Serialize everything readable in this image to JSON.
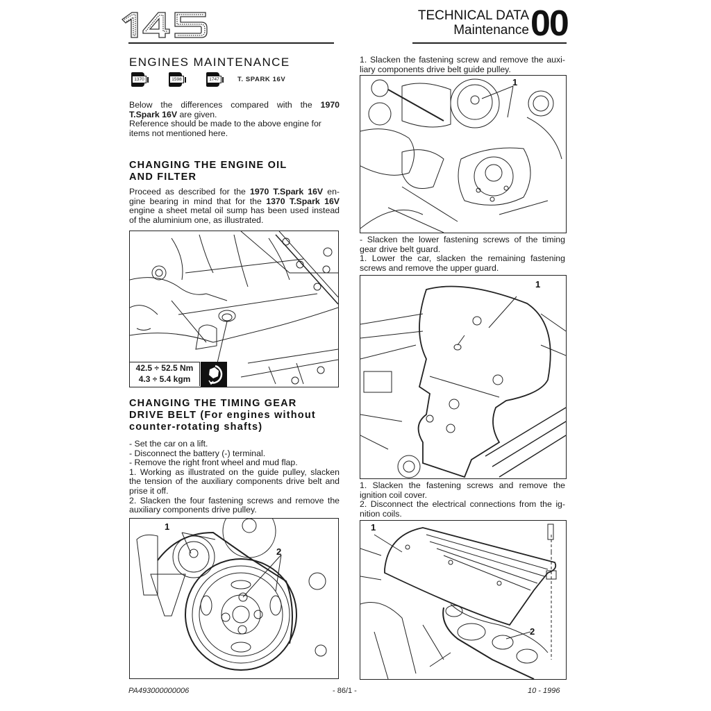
{
  "header": {
    "model_logo": "145",
    "section_title": "TECHNICAL DATA",
    "section_subtitle": "Maintenance",
    "section_number": "00"
  },
  "left_column": {
    "engines_heading": "ENGINES MAINTENANCE",
    "engine_badges": [
      "1370",
      "1598",
      "1747"
    ],
    "engine_label": "T. SPARK 16V",
    "intro_lines": [
      {
        "pre": "Below the differences compared with the ",
        "bold": "1970",
        "post": ""
      },
      {
        "pre": "",
        "bold": "T.Spark 16V",
        "post": " are given."
      },
      {
        "pre": "Reference should be made to the above engine for",
        "bold": "",
        "post": ""
      },
      {
        "pre": "items not mentioned here.",
        "bold": "",
        "post": ""
      }
    ],
    "oil_heading_lines": [
      "CHANGING THE ENGINE OIL",
      "AND FILTER"
    ],
    "oil_text_lines": [
      {
        "pre": "Proceed as described for the ",
        "bold": "1970 T.Spark 16V",
        "post": " en-"
      },
      {
        "pre": "gine bearing in mind that for the ",
        "bold": "1370 T.Spark 16V",
        "post": ""
      },
      {
        "pre": "engine a sheet metal oil sump has been used instead",
        "bold": "",
        "post": ""
      },
      {
        "pre": "of the aluminium one, as illustrated.",
        "bold": "",
        "post": ""
      }
    ],
    "torque": {
      "nm": "42.5 ÷ 52.5 Nm",
      "kgm": "4.3 ÷ 5.4 kgm",
      "icon": "torque-wrench-icon"
    },
    "timing_heading_lines": [
      "CHANGING THE TIMING GEAR",
      "DRIVE BELT (For engines without",
      "counter-rotating shafts)"
    ],
    "timing_steps_lines": [
      "- Set the car on a lift.",
      "- Disconnect the battery (-) terminal.",
      "- Remove the right front wheel and mud flap.",
      "1. Working as illustrated on the guide pulley, slacken",
      "the tension of the auxiliary components drive belt and",
      "prise it off.",
      "2. Slacken the four fastening screws and remove the",
      "auxiliary components drive pulley."
    ],
    "figure_pulley_callouts": [
      "1",
      "2"
    ]
  },
  "right_column": {
    "step1_lines": [
      "1. Slacken the fastening screw and remove the auxi-",
      "liary components drive belt guide pulley."
    ],
    "figure_guide_pulley_callouts": [
      "1"
    ],
    "guard_lines": [
      "- Slacken the lower fastening screws of the timing",
      "gear drive belt guard.",
      "1. Lower the car, slacken the remaining fastening",
      "screws and remove the upper guard."
    ],
    "figure_guard_callouts": [
      "1"
    ],
    "coil_lines": [
      "1. Slacken the fastening screws and remove the",
      "ignition coil cover.",
      "2. Disconnect the electrical connections from the ig-",
      "nition coils."
    ],
    "figure_coil_callouts": [
      "1",
      "2"
    ]
  },
  "footer": {
    "doc_code": "PA493000000006",
    "page": "- 86/1 -",
    "date": "10 - 1996"
  }
}
